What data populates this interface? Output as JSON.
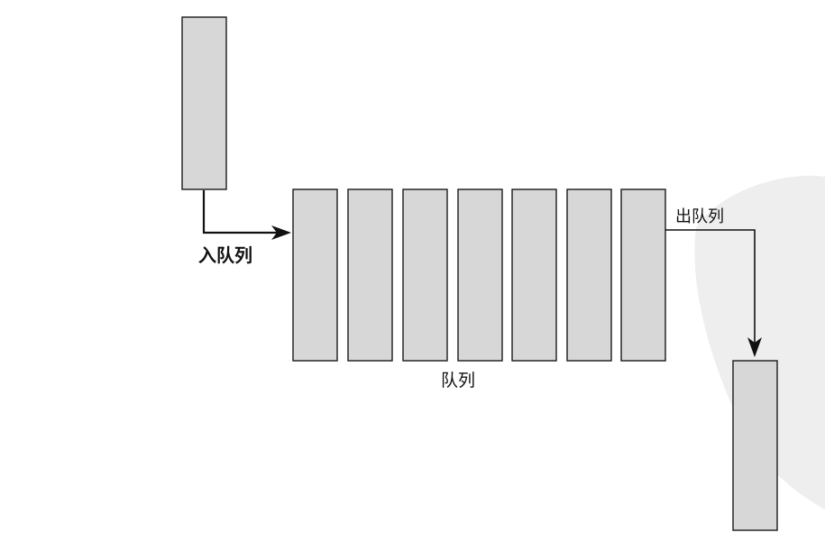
{
  "labels": {
    "enqueue": "入队列",
    "dequeue": "出队列",
    "queue": "队列"
  },
  "colors": {
    "background": "#ffffff",
    "block_fill": "#d7d7d7",
    "block_stroke": "#1a1a1a",
    "arrow": "#111111",
    "watermark": "#eeeeee"
  }
}
